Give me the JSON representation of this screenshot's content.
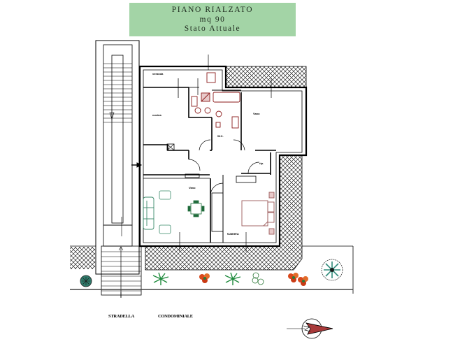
{
  "title": {
    "line1": "PIANO  RIALZATO",
    "line2": "mq 90",
    "line3": "Stato Attuale",
    "background": "#a3d4a6"
  },
  "rooms": {
    "veranda": "veranda",
    "cucina": "cucina",
    "wc": "W.C.",
    "vano_top": "Vano",
    "rip": "rip.",
    "vano_living": "Vano",
    "camera": "Camera"
  },
  "street": {
    "label1": "STRADELLA",
    "label2": "CONDOMINIALE"
  },
  "colors": {
    "wall": "#000000",
    "fixtures": "#8b1a1a",
    "furniture_green": "#1f6b3a",
    "sofa": "#3a8a6a",
    "bed": "#9b5a5a",
    "plant_green": "#1e8a3c",
    "plant_red": "#d9481c"
  }
}
